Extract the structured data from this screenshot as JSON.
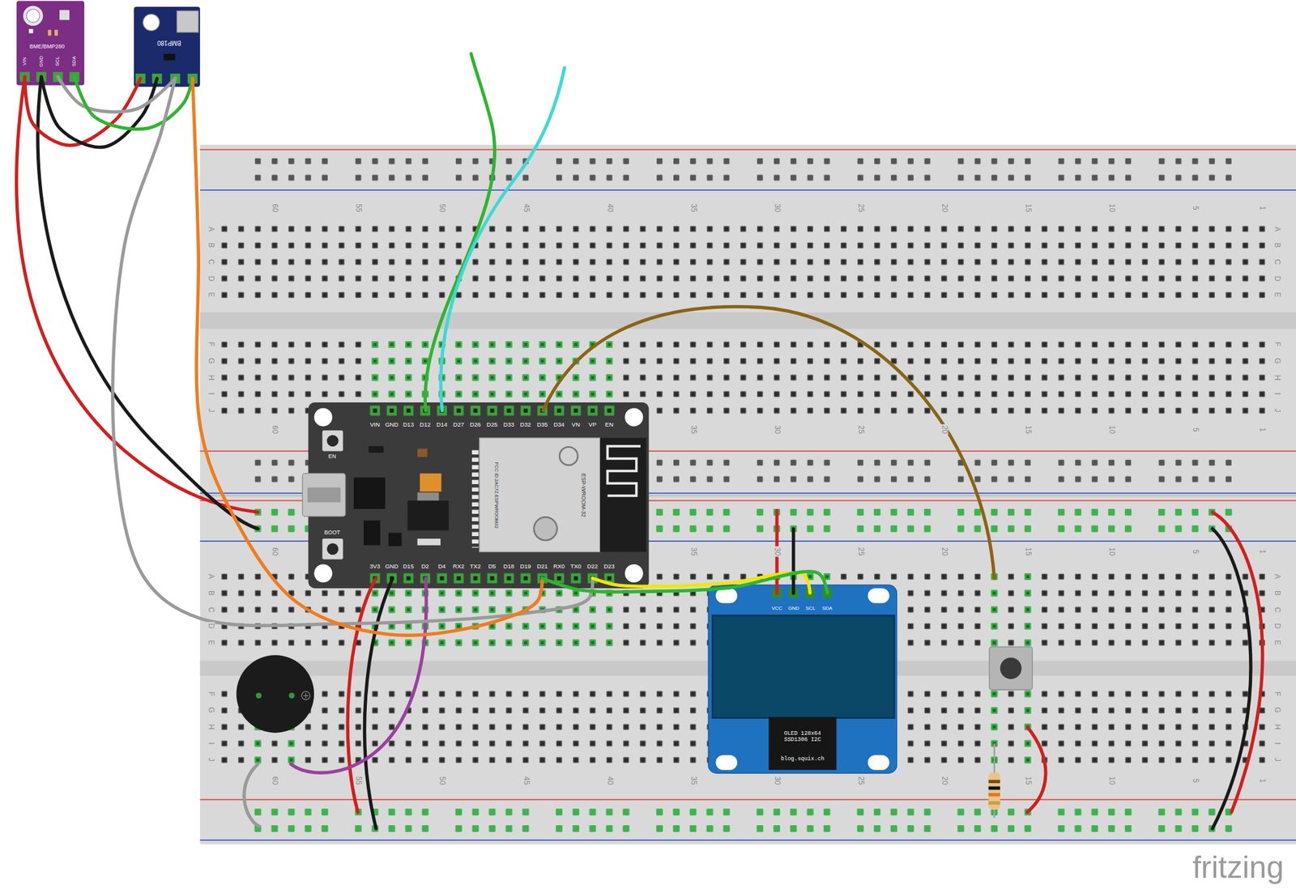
{
  "diagram": {
    "nodes": [
      {
        "text": [
          "BME/BMP280"
        ]
      },
      {
        "text": [
          "BMP180"
        ]
      },
      {
        "text": [
          "ESP-WROOM-32",
          "FCC ID:2AC7Z-ESPWROOM32"
        ]
      },
      {
        "text": [
          "OLED 128x64 SSD1306 I2C",
          "blog.squix.ch"
        ]
      }
    ],
    "edges": [
      {
        "from": 0,
        "to": 1,
        "arrow": "none"
      },
      {
        "from": 0,
        "to": 1,
        "arrow": "none"
      },
      {
        "from": 0,
        "to": 1,
        "arrow": "none"
      },
      {
        "from": 0,
        "to": 1,
        "arrow": "none"
      },
      {
        "from": 1,
        "to": 2,
        "arrow": "none"
      },
      {
        "from": 1,
        "to": 2,
        "arrow": "none"
      },
      {
        "from": 3,
        "to": 2,
        "arrow": "none"
      },
      {
        "from": 3,
        "to": 2,
        "arrow": "none"
      }
    ],
    "labels": [
      "VIN",
      "GND",
      "SCL",
      "SDA",
      "60",
      "55",
      "50",
      "45",
      "40",
      "35",
      "30",
      "25",
      "20",
      "15",
      "10",
      "5",
      "1",
      "A",
      "B",
      "C",
      "D",
      "E",
      "F",
      "G",
      "H",
      "I",
      "J",
      "A",
      "B",
      "C",
      "D",
      "E",
      "F",
      "G",
      "H",
      "I",
      "J",
      "60",
      "35",
      "30",
      "25",
      "20",
      "15",
      "10",
      "5",
      "1",
      "60",
      "35",
      "30",
      "25",
      "20",
      "15",
      "10",
      "5",
      "1",
      "A",
      "B",
      "C",
      "D",
      "E",
      "F",
      "G",
      "H",
      "I",
      "J",
      "A",
      "B",
      "C",
      "D",
      "E",
      "F",
      "G",
      "H",
      "I",
      "J",
      "60",
      "55",
      "50",
      "45",
      "40",
      "35",
      "30",
      "25",
      "20",
      "15",
      "10",
      "5",
      "1",
      "VIN",
      "GND",
      "D13",
      "D12",
      "D14",
      "D27",
      "D26",
      "D25",
      "D33",
      "D32",
      "D35",
      "D34",
      "VN",
      "VP",
      "EN",
      "3V3",
      "GND",
      "D15",
      "D2",
      "D4",
      "RX2",
      "TX2",
      "D5",
      "D18",
      "D19",
      "D21",
      "RX0",
      "TX0",
      "D22",
      "D23",
      "EN",
      "BOOT",
      "VCC",
      "GND",
      "SCL",
      "SDA",
      "fritzing"
    ]
  }
}
